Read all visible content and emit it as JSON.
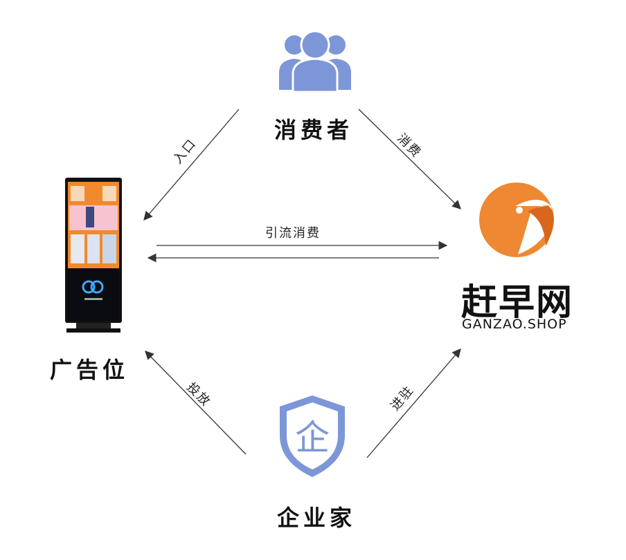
{
  "nodes": {
    "consumer": {
      "label": "消费者",
      "icon": "users-group-icon",
      "color": "#7d96d8"
    },
    "ad_slot": {
      "label": "广告位",
      "icon": "digital-signage-kiosk-icon"
    },
    "brand": {
      "name_cn": "赶早网",
      "name_en": "GANZAO.SHOP",
      "icon": "ganzao-logo-icon",
      "color": "#ee8833"
    },
    "entrepreneur": {
      "label": "企业家",
      "icon": "enterprise-shield-icon",
      "glyph": "企",
      "color": "#7d96d8"
    }
  },
  "edges": {
    "consumer_to_ad": "入口",
    "consumer_to_brand": "消费",
    "ad_brand": "引流消费",
    "entrepreneur_to_ad": "投放",
    "entrepreneur_to_brand": "进驻"
  }
}
